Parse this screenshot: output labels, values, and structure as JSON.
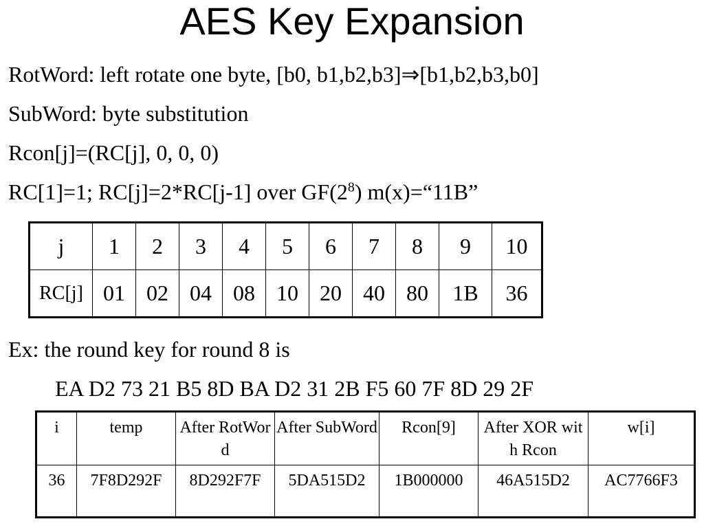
{
  "title": "AES Key Expansion",
  "lines": {
    "rotword": "RotWord: left rotate one byte, [b0, b1,b2,b3]⇒[b1,b2,b3,b0]",
    "subword": "SubWord: byte substitution",
    "rcon": "Rcon[j]=(RC[j], 0, 0, 0)",
    "rc_prefix": "RC[1]=1; RC[j]=2*RC[j-1] over GF(2",
    "rc_exp": "8",
    "rc_suffix": ") m(x)=“11B”"
  },
  "rc_table": {
    "row1_header": "j",
    "row2_header": "RC[j]",
    "j": [
      "1",
      "2",
      "3",
      "4",
      "5",
      "6",
      "7",
      "8",
      "9",
      "10"
    ],
    "rc": [
      "01",
      "02",
      "04",
      "08",
      "10",
      "20",
      "40",
      "80",
      "1B",
      "36"
    ]
  },
  "example": {
    "intro": "Ex: the round key for round 8 is",
    "key": "EA D2 73 21 B5 8D BA D2 31 2B F5 60 7F 8D 29 2F"
  },
  "key_table": {
    "headers": [
      "i",
      "temp",
      "After RotWord",
      "After SubWord",
      "Rcon[9]",
      "After XOR with Rcon",
      "w[i]"
    ],
    "row": [
      "36",
      "7F8D292F",
      "8D292F7F",
      "5DA515D2",
      "1B000000",
      "46A515D2",
      "AC7766F3"
    ]
  }
}
